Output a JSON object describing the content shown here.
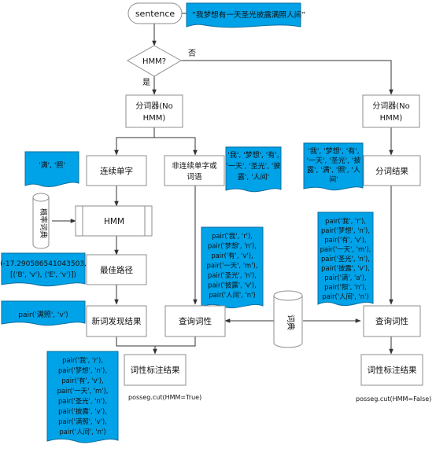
{
  "start_label": "sentence",
  "input_sentence": "“我梦想有一天圣光披露满照人间”",
  "hmm_question": "HMM?",
  "no_label": "否",
  "yes_label": "是",
  "segmenter_left": [
    "分词器(No",
    "HMM)"
  ],
  "segmenter_right": [
    "分词器(No",
    "HMM)"
  ],
  "consecutive_chars_label": "连续单字",
  "non_consecutive_label": [
    "非连续单字或",
    "词语"
  ],
  "seg_result_label": "分词结果",
  "consecutive_chars_data": "'满', '照'",
  "non_consecutive_data": [
    "'我', '梦想', '有',",
    "'一天', '圣光', '披",
    "露', '人间'"
  ],
  "seg_result_data": [
    "'我', '梦想', '有',",
    "'一天', '圣光', '披",
    "露', '满', '照', '人",
    "间'"
  ],
  "prob_dict_label": "概率词典",
  "hmm_label": "HMM",
  "best_path_data": [
    "(-17.290586541043503,",
    "[('B', 'v'), ('E', 'v')])"
  ],
  "best_path_label": "最佳路径",
  "new_word_data": "pair('满照', 'v')",
  "new_word_label": "新词发现结果",
  "mid_pairs": [
    "pair('我', 'r'),",
    "pair('梦想', 'n'),",
    "pair('有', 'v'),",
    "pair('一天', 'm'),",
    "pair('圣光', 'n'),",
    "pair('披露', 'v'),",
    "pair('人间', 'n')"
  ],
  "right_pairs": [
    "pair('我', 'r'),",
    "pair('梦想', 'n'),",
    "pair('有', 'v'),",
    "pair('一天', 'm'),",
    "pair('圣光', 'n'),",
    "pair('披露', 'v'),",
    "pair('满', 'a'),",
    "pair('照', 'n'),",
    "pair('人间', 'n')"
  ],
  "dictionary_label": "词典",
  "query_pos_label_mid": "查询词性",
  "query_pos_label_right": "查询词性",
  "pos_result_left": "词性标注结果",
  "pos_result_right": "词性标注结果",
  "bottom_pairs": [
    "pair('我', 'r'),",
    "pair('梦想', 'n'),",
    "pair('有', 'v'),",
    "pair('一天', 'm'),",
    "pair('圣光', 'n'),",
    "pair('披露', 'v'),",
    "pair('满照', 'v'),",
    "pair('人间', 'n')"
  ],
  "cut_hmm_true": "posseg.cut(HMM=True)",
  "cut_hmm_false": "posseg.cut(HMM=False)"
}
